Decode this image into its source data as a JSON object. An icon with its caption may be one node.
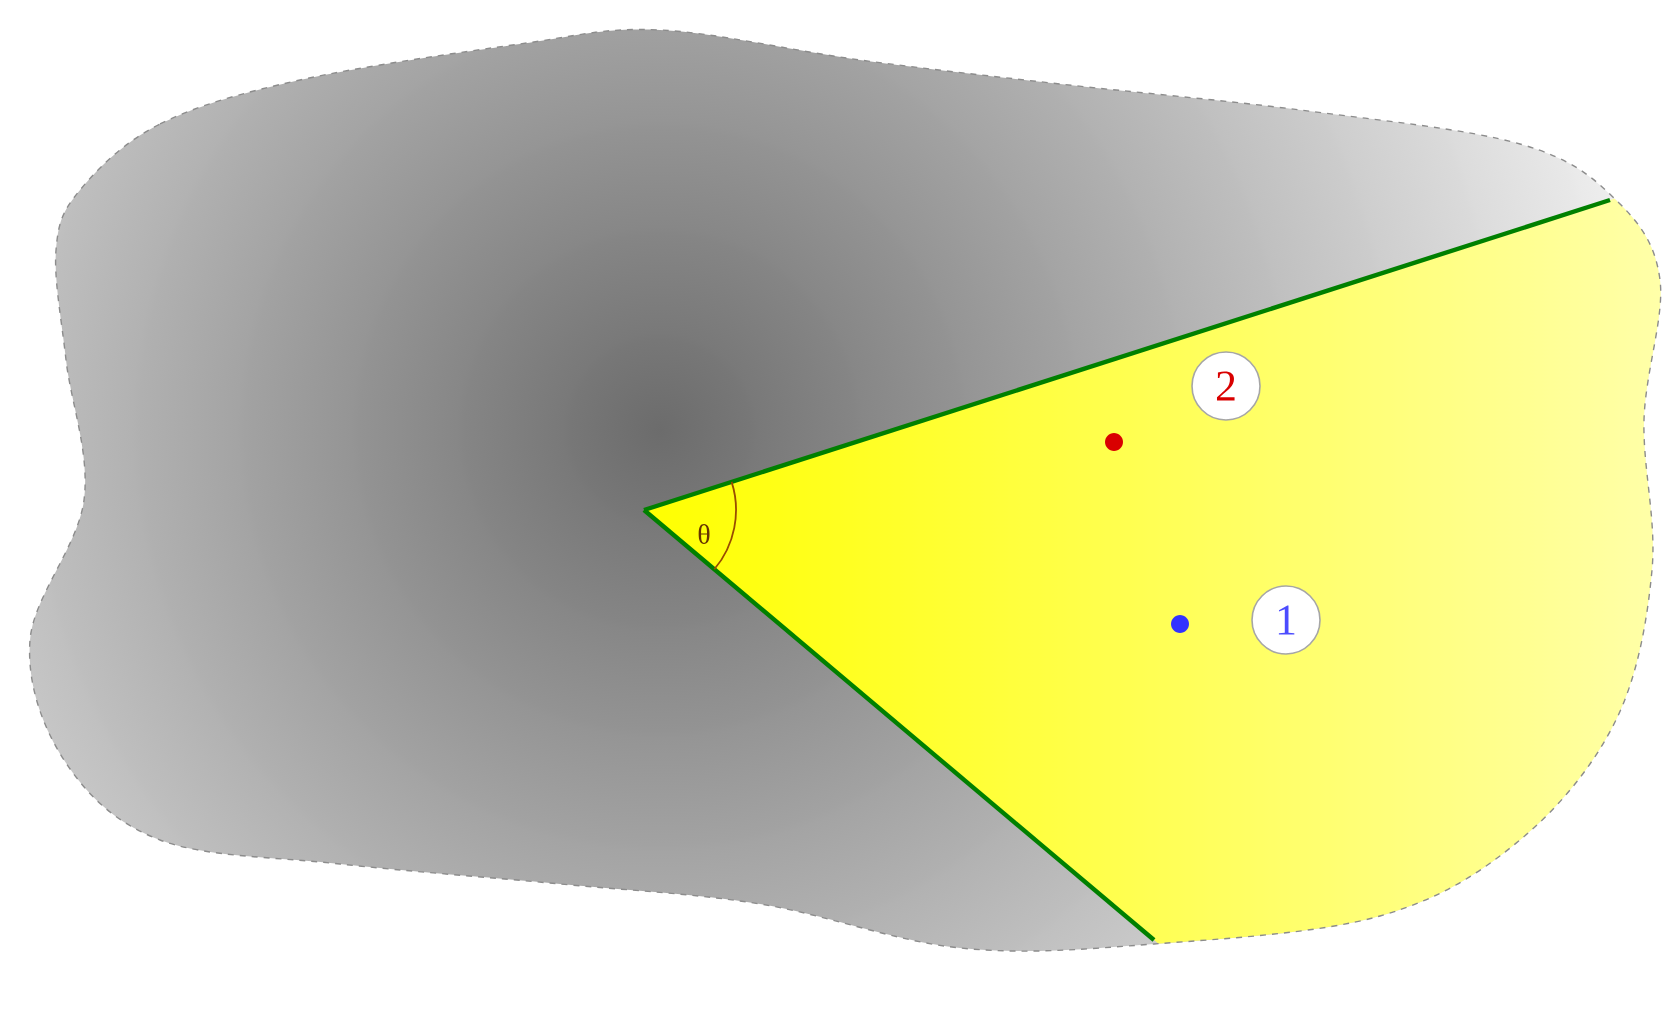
{
  "diagram": {
    "nodes": [
      {
        "text": [
          "2"
        ]
      },
      {
        "text": [
          "1"
        ]
      }
    ],
    "labels": [
      "θ"
    ]
  }
}
